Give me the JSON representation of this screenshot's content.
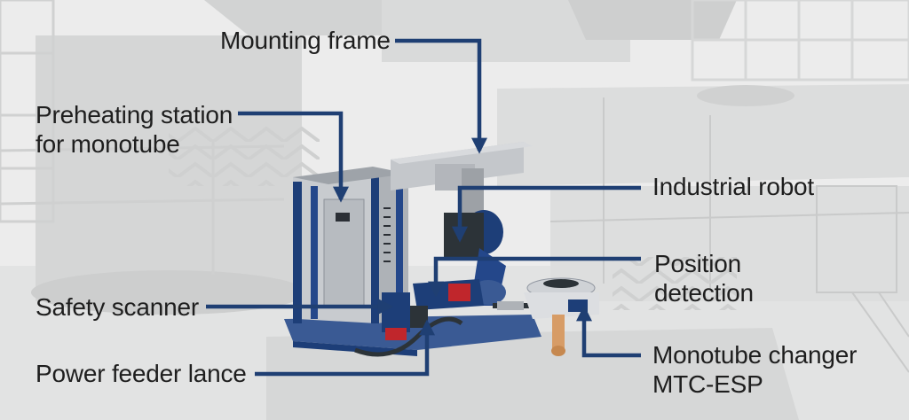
{
  "colors": {
    "leader": "#1f3f73",
    "machine_blue": "#1d3e78",
    "background": "#e9eaea"
  },
  "labels": {
    "mounting_frame": "Mounting frame",
    "preheating_line1": "Preheating station",
    "preheating_line2": "for monotube",
    "industrial_robot": "Industrial robot",
    "position_line1": "Position",
    "position_line2": "detection",
    "safety_scanner": "Safety scanner",
    "power_feeder_lance": "Power feeder lance",
    "monotube_line1": "Monotube changer",
    "monotube_line2": "MTC-ESP"
  }
}
